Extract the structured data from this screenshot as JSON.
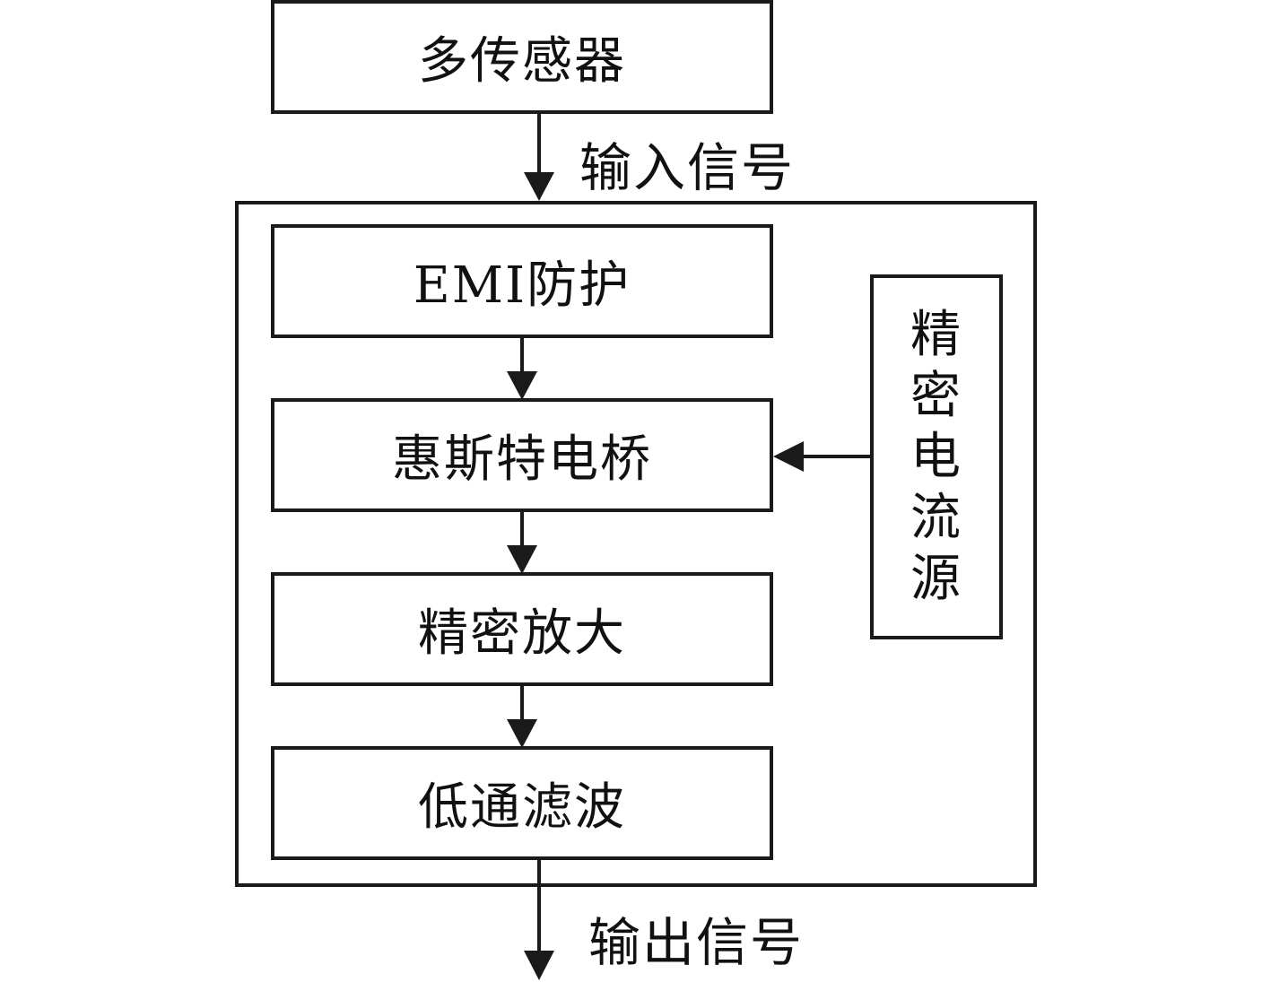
{
  "diagram": {
    "top_box": {
      "label": "多传感器"
    },
    "input_label": "输入信号",
    "output_label": "输出信号",
    "chain": [
      {
        "label": "EMI防护"
      },
      {
        "label": "惠斯特电桥"
      },
      {
        "label": "精密放大"
      },
      {
        "label": "低通滤波"
      }
    ],
    "side_box": {
      "label": "精密电流源",
      "chars": [
        "精",
        "密",
        "电",
        "流",
        "源"
      ]
    },
    "colors": {
      "stroke": "#1a1a1a",
      "text": "#111111",
      "background": "#ffffff"
    }
  }
}
